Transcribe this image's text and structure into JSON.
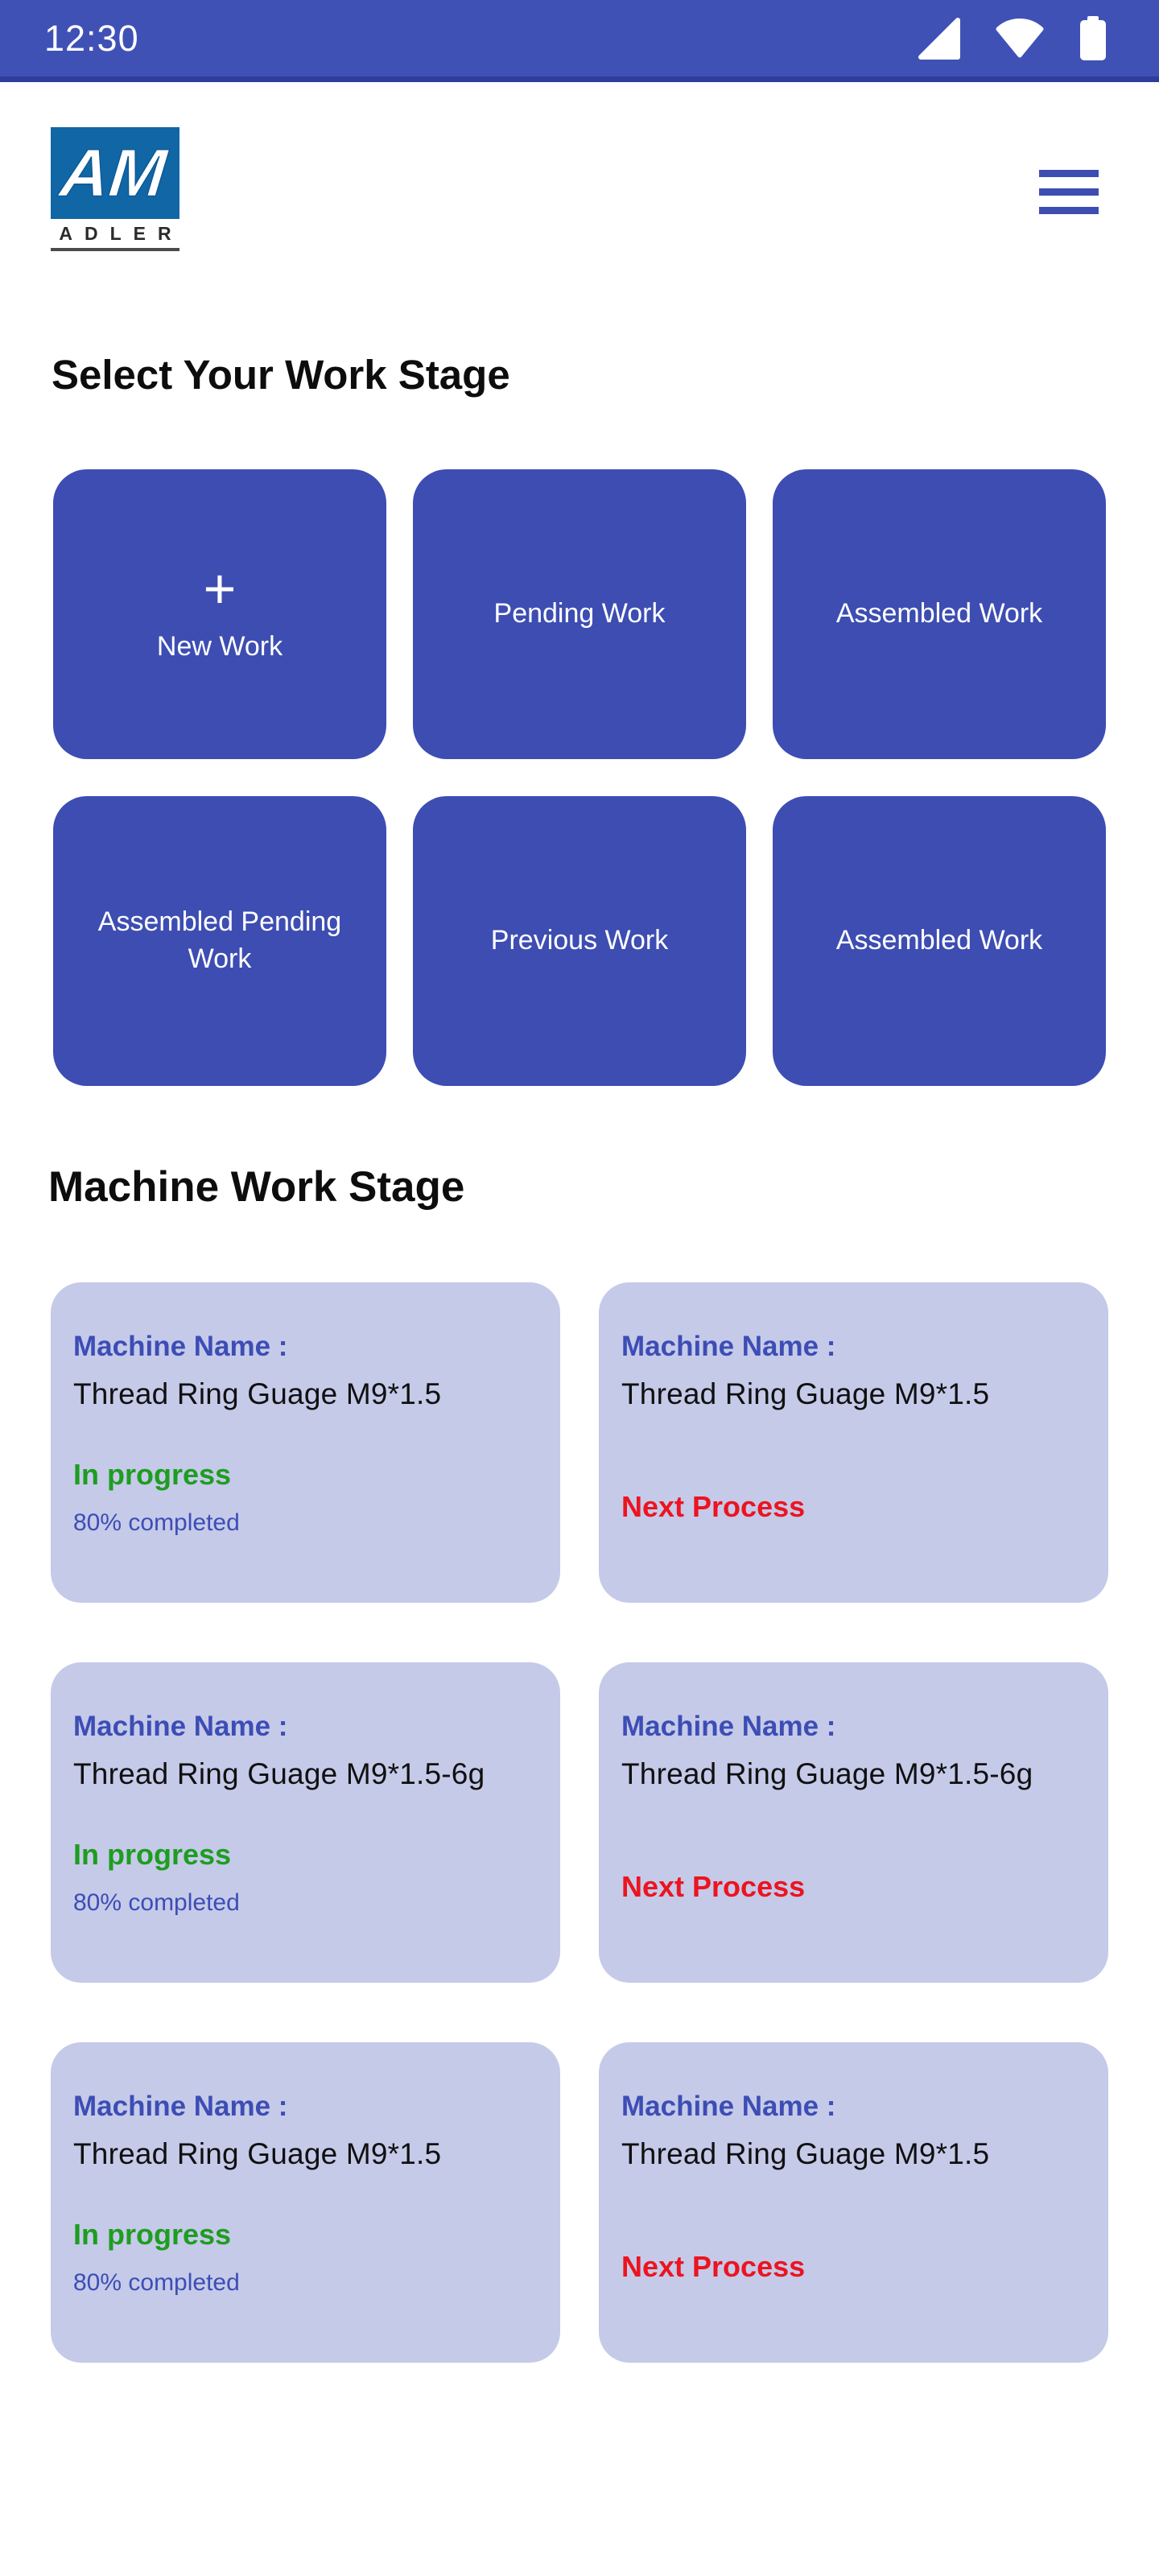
{
  "status_bar": {
    "time": "12:30"
  },
  "header": {
    "logo_monogram": "AM",
    "logo_brand": "ADLER"
  },
  "sections": {
    "work_stage": {
      "title": "Select Your Work Stage",
      "buttons": [
        {
          "label": "New Work",
          "icon_glyph": "+"
        },
        {
          "label": "Pending Work"
        },
        {
          "label": "Assembled Work"
        },
        {
          "label": "Assembled Pending Work"
        },
        {
          "label": "Previous Work"
        },
        {
          "label": "Assembled Work"
        }
      ]
    },
    "machine_work_stage": {
      "title": "Machine Work Stage",
      "card_label": "Machine Name :",
      "cards": [
        {
          "name": "Thread Ring Guage M9*1.5",
          "status": "In progress",
          "status_type": "progress",
          "completed": "80% completed"
        },
        {
          "name": "Thread Ring Guage M9*1.5",
          "status": "Next Process",
          "status_type": "next"
        },
        {
          "name": "Thread Ring Guage M9*1.5-6g",
          "status": "In progress",
          "status_type": "progress",
          "completed": "80% completed"
        },
        {
          "name": "Thread Ring Guage M9*1.5-6g",
          "status": "Next Process",
          "status_type": "next"
        },
        {
          "name": "Thread Ring Guage M9*1.5",
          "status": "In progress",
          "status_type": "progress",
          "completed": "80% completed"
        },
        {
          "name": "Thread Ring Guage M9*1.5",
          "status": "Next Process",
          "status_type": "next"
        }
      ]
    }
  },
  "colors": {
    "status_bar_blue": "#3F51B5",
    "primary_button_blue": "#3D4DB2",
    "card_background": "#C5CAE9",
    "progress_green": "#1E9D20",
    "next_process_red": "#EC1420",
    "logo_blue": "#1166A5"
  }
}
